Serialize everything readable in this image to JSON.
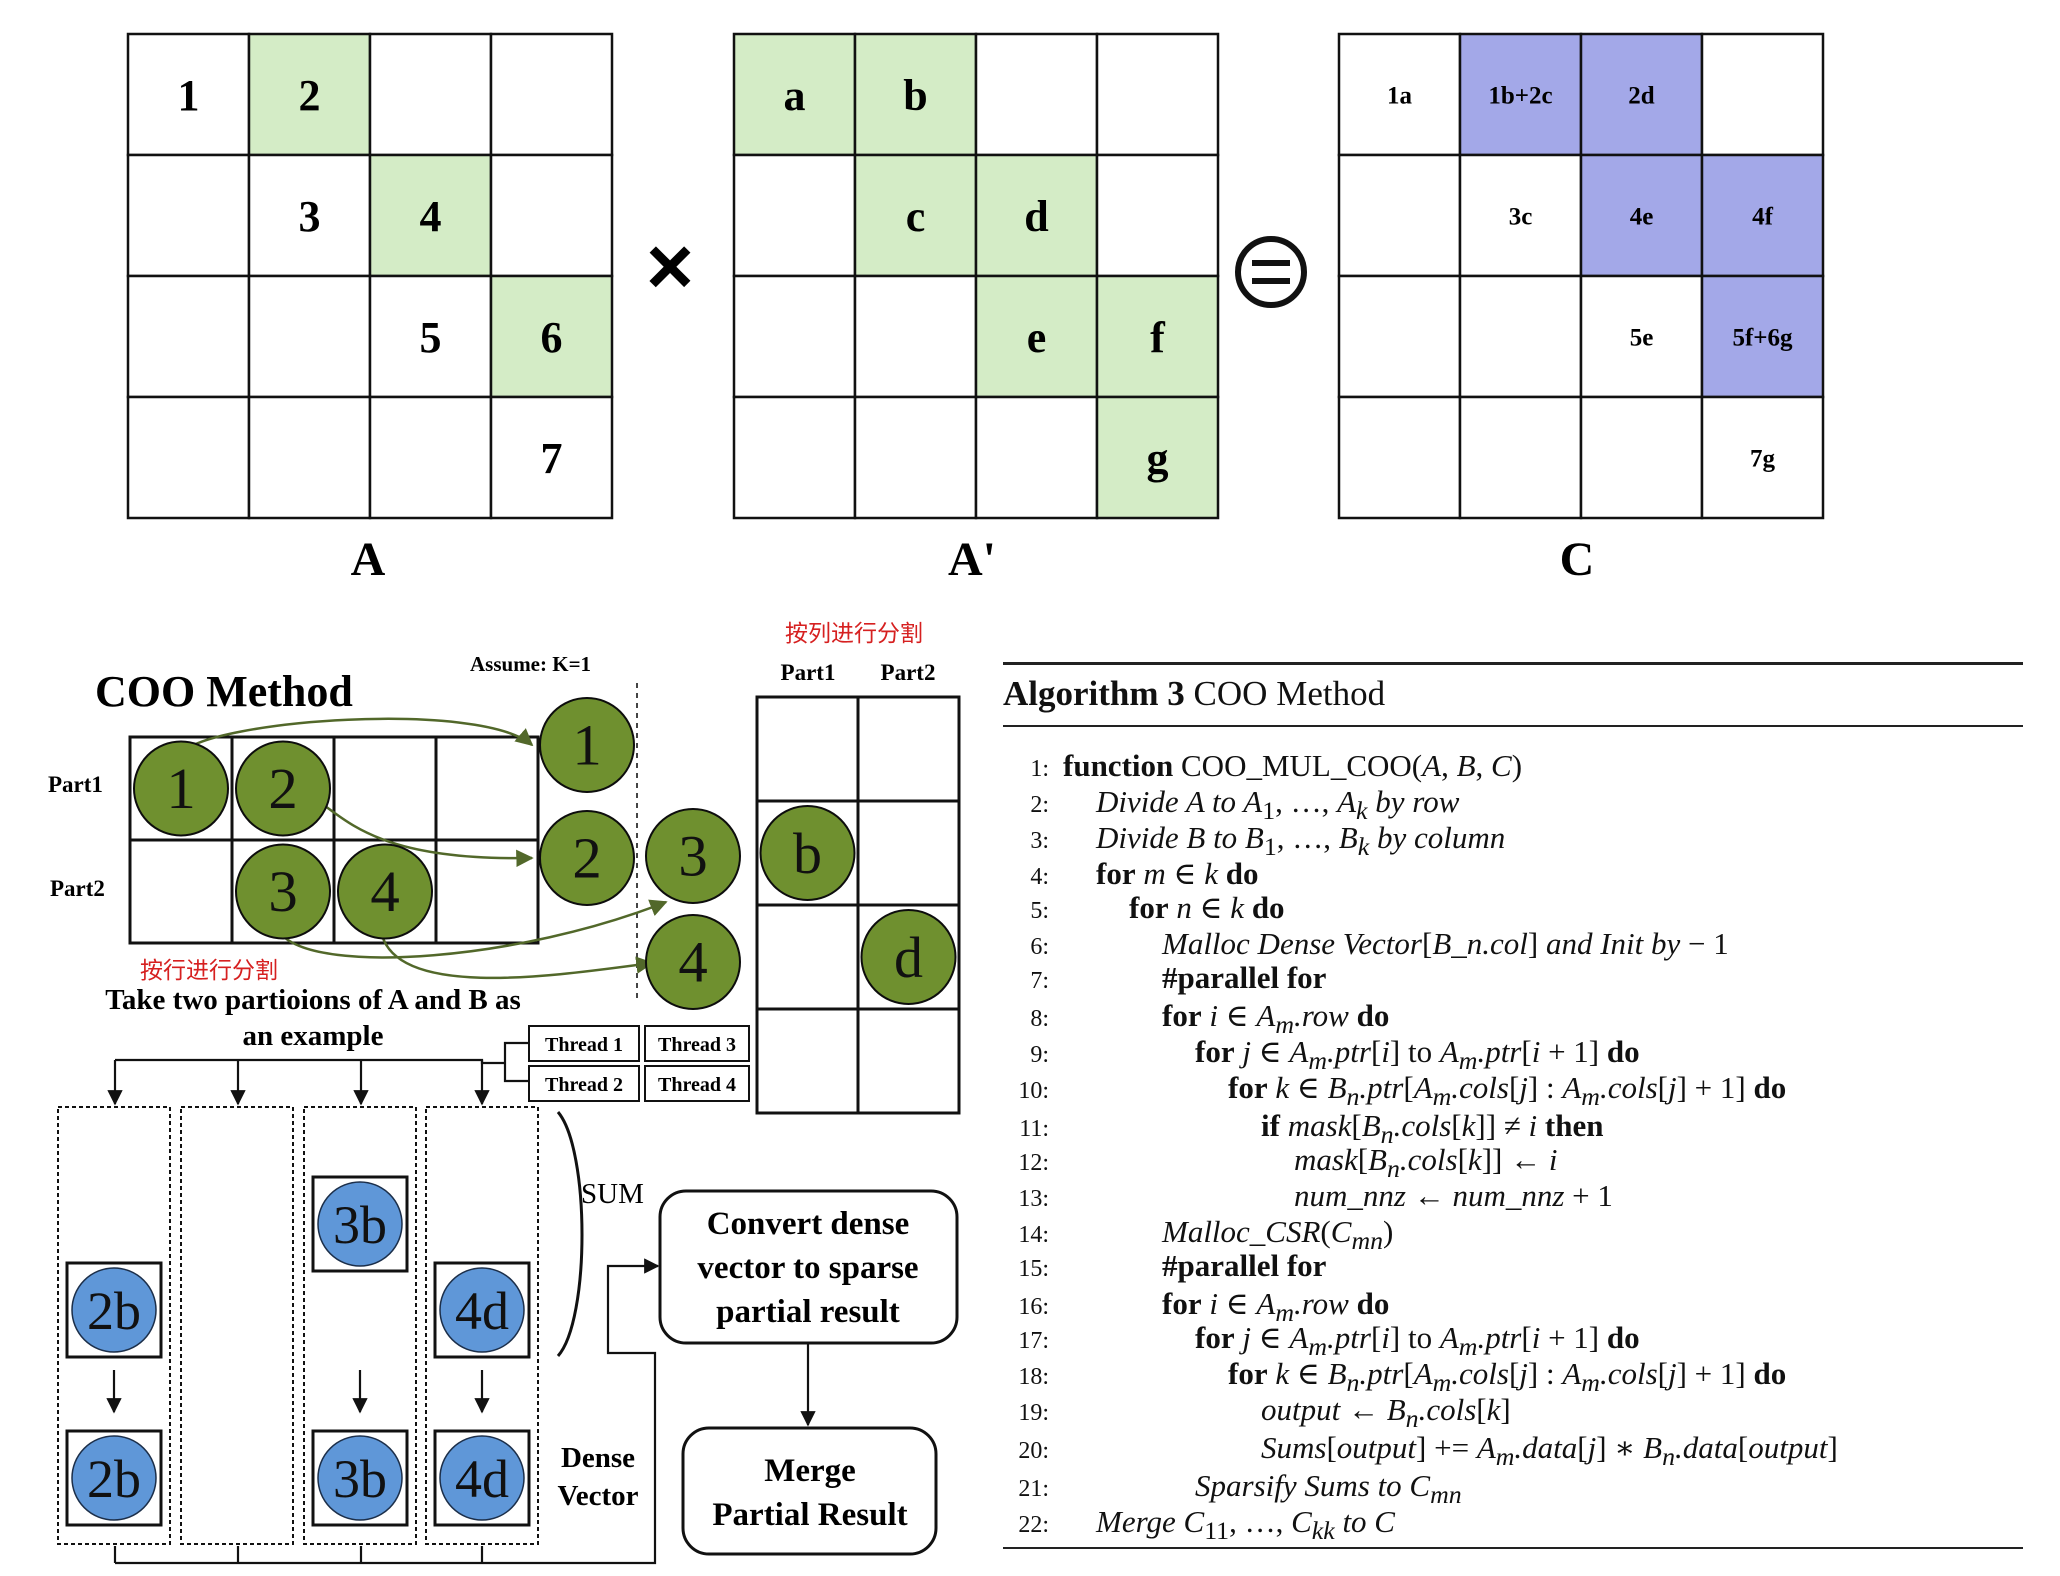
{
  "top_matrices": {
    "A": {
      "label": "A",
      "cells": [
        [
          "1",
          "2",
          "",
          ""
        ],
        [
          "",
          "3",
          "4",
          ""
        ],
        [
          "",
          "",
          "5",
          "6"
        ],
        [
          "",
          "",
          "",
          "7"
        ]
      ],
      "highlighted": [
        [
          0,
          1
        ],
        [
          1,
          2
        ],
        [
          2,
          3
        ]
      ]
    },
    "A_prime": {
      "label": "A'",
      "cells": [
        [
          "a",
          "b",
          "",
          ""
        ],
        [
          "",
          "c",
          "d",
          ""
        ],
        [
          "",
          "",
          "e",
          "f"
        ],
        [
          "",
          "",
          "",
          "g"
        ]
      ],
      "highlighted": [
        [
          0,
          0
        ],
        [
          0,
          1
        ],
        [
          1,
          1
        ],
        [
          1,
          2
        ],
        [
          2,
          2
        ],
        [
          2,
          3
        ],
        [
          3,
          3
        ]
      ]
    },
    "C": {
      "label": "C",
      "cells": [
        [
          "1a",
          "1b+2c",
          "2d",
          ""
        ],
        [
          "",
          "3c",
          "4e",
          "4f"
        ],
        [
          "",
          "",
          "5e",
          "5f+6g"
        ],
        [
          "",
          "",
          "",
          "7g"
        ]
      ],
      "highlighted": [
        [
          0,
          1
        ],
        [
          0,
          2
        ],
        [
          1,
          2
        ],
        [
          1,
          3
        ],
        [
          2,
          3
        ]
      ]
    },
    "times_symbol": "×",
    "equals_symbol": "="
  },
  "coo": {
    "title": "COO Method",
    "assume": "Assume: K=1",
    "row_labels": [
      "Part1",
      "Part2"
    ],
    "a_cells": [
      [
        "1",
        "2",
        "",
        ""
      ],
      [
        "",
        "3",
        "4",
        ""
      ]
    ],
    "partial_rows": [
      "1",
      "2"
    ],
    "pair_nodes": [
      "3",
      "4"
    ],
    "col_split_note": "按列进行分割",
    "row_split_note": "按行进行分割",
    "col_headers": [
      "Part1",
      "Part2"
    ],
    "b_cells": [
      [
        "",
        ""
      ],
      [
        "b",
        ""
      ],
      [
        "",
        "d"
      ],
      [
        "",
        ""
      ]
    ],
    "example_text": [
      "Take two partioions of A and B as",
      "an example"
    ],
    "threads": [
      "Thread 1",
      "Thread 2",
      "Thread 3",
      "Thread 4"
    ],
    "sum_label": "SUM",
    "dense_vector_label": [
      "Dense",
      "Vector"
    ],
    "upper_squares": [
      "2b",
      "",
      "3b",
      "4d"
    ],
    "lower_squares": [
      "2b",
      "",
      "3b",
      "4d"
    ],
    "convert_box": [
      "Convert dense",
      "vector to sparse",
      "partial result"
    ],
    "merge_box": [
      "Merge",
      "Partial Result"
    ]
  },
  "algorithm": {
    "title_bold": "Algorithm 3",
    "title_rest": " COO Method",
    "lines": [
      {
        "n": "1:",
        "html": "<span class='kw'>function</span> COO_MUL_COO(<i>A</i>, <i>B</i>, <i>C</i>)",
        "indent": 0
      },
      {
        "n": "2:",
        "html": "<i>Divide A to A</i><sub>1</sub>, …, <i>A<sub>k</sub> by row</i>",
        "indent": 1
      },
      {
        "n": "3:",
        "html": "<i>Divide B to B</i><sub>1</sub>, …, <i>B<sub>k</sub> by column</i>",
        "indent": 1
      },
      {
        "n": "4:",
        "html": "<span class='kw'>for</span> <i>m</i> ∈ <i>k</i> <span class='kw'>do</span>",
        "indent": 1
      },
      {
        "n": "5:",
        "html": "<span class='kw'>for</span> <i>n</i> ∈ <i>k</i> <span class='kw'>do</span>",
        "indent": 2
      },
      {
        "n": "6:",
        "html": "<i>Malloc Dense Vector</i>[<i>B_n.col</i>] <i>and Init by</i> − 1",
        "indent": 3
      },
      {
        "n": "7:",
        "html": "<span class='kw'>#parallel for</span>",
        "indent": 3
      },
      {
        "n": "8:",
        "html": "<span class='kw'>for</span> <i>i</i> ∈ <i>A<sub>m</sub>.row</i> <span class='kw'>do</span>",
        "indent": 3
      },
      {
        "n": "9:",
        "html": "<span class='kw'>for</span> <i>j</i> ∈ <i>A<sub>m</sub>.ptr</i>[<i>i</i>] to <i>A<sub>m</sub>.ptr</i>[<i>i</i> + 1] <span class='kw'>do</span>",
        "indent": 4
      },
      {
        "n": "10:",
        "html": "<span class='kw'>for</span> <i>k</i> ∈ <i>B<sub>n</sub>.ptr</i>[<i>A<sub>m</sub>.cols</i>[<i>j</i>] : <i>A<sub>m</sub>.cols</i>[<i>j</i>] + 1] <span class='kw'>do</span>",
        "indent": 5
      },
      {
        "n": "11:",
        "html": "<span class='kw'>if</span> <i>mask</i>[<i>B<sub>n</sub>.cols</i>[<i>k</i>]] ≠ <i>i</i> <span class='kw'>then</span>",
        "indent": 6
      },
      {
        "n": "12:",
        "html": "<i>mask</i>[<i>B<sub>n</sub>.cols</i>[<i>k</i>]] ← <i>i</i>",
        "indent": 7
      },
      {
        "n": "13:",
        "html": "<i>num_nnz</i> ← <i>num_nnz</i> + 1",
        "indent": 7
      },
      {
        "n": "14:",
        "html": "<i>Malloc_CSR</i>(<i>C<sub>mn</sub></i>)",
        "indent": 3
      },
      {
        "n": "15:",
        "html": "<span class='kw'>#parallel for</span>",
        "indent": 3
      },
      {
        "n": "16:",
        "html": "<span class='kw'>for</span> <i>i</i> ∈ <i>A<sub>m</sub>.row</i> <span class='kw'>do</span>",
        "indent": 3
      },
      {
        "n": "17:",
        "html": "<span class='kw'>for</span> <i>j</i> ∈ <i>A<sub>m</sub>.ptr</i>[<i>i</i>] to <i>A<sub>m</sub>.ptr</i>[<i>i</i> + 1] <span class='kw'>do</span>",
        "indent": 4
      },
      {
        "n": "18:",
        "html": "<span class='kw'>for</span> <i>k</i> ∈ <i>B<sub>n</sub>.ptr</i>[<i>A<sub>m</sub>.cols</i>[<i>j</i>] : <i>A<sub>m</sub>.cols</i>[<i>j</i>] + 1] <span class='kw'>do</span>",
        "indent": 5
      },
      {
        "n": "19:",
        "html": "<i>output</i> ← <i>B<sub>n</sub>.cols</i>[<i>k</i>]",
        "indent": 6
      },
      {
        "n": "20:",
        "html": "<i>Sums</i>[<i>output</i>] += <i>A<sub>m</sub>.data</i>[<i>j</i>] ∗ <i>B<sub>n</sub>.data</i>[<i>output</i>]",
        "indent": 6
      },
      {
        "n": "21:",
        "html": "<i>Sparsify Sums to C<sub>mn</sub></i>",
        "indent": 4
      },
      {
        "n": "22:",
        "html": "<i>Merge C</i><sub>11</sub>, …, <i>C<sub>kk</sub> to C</i>",
        "indent": 1
      }
    ]
  },
  "colors": {
    "green_cell": "#d4ecc6",
    "purple_cell": "#a3a8e8",
    "green_circle": "#6f902f",
    "blue_circle": "#5f97d8",
    "note_red": "#d62020",
    "arrow_green": "#52682a"
  }
}
